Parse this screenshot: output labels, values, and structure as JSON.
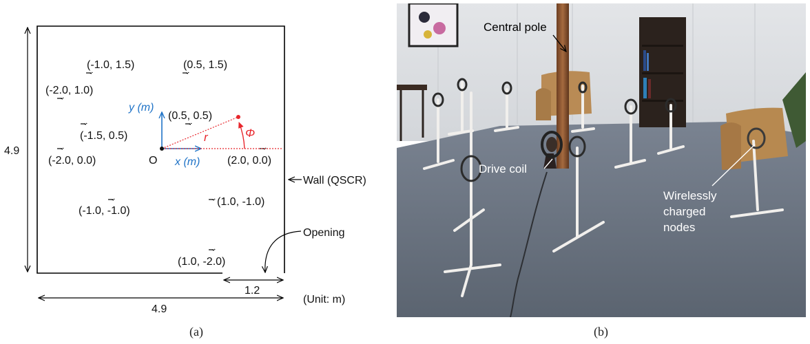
{
  "diagram": {
    "coords": [
      "(-1.0, 1.5)",
      "(0.5, 1.5)",
      "(-2.0, 1.0)",
      "(0.5, 0.5)",
      "(-1.5, 0.5)",
      "(-2.0, 0.0)",
      "(2.0, 0.0)",
      "(1.0, -1.0)",
      "(-1.0, -1.0)",
      "(1.0, -2.0)"
    ],
    "height_label": "4.9",
    "width_label": "4.9",
    "opening_width_label": "1.2",
    "origin_label": "O",
    "x_axis_label": "x (m)",
    "y_axis_label": "y (m)",
    "r_label": "r",
    "phi_label": "Φ",
    "wall_label": "Wall (QSCR)",
    "opening_label": "Opening",
    "unit_label": "(Unit: m)",
    "caption": "(a)"
  },
  "photo": {
    "central_pole_label": "Central pole",
    "drive_coil_label": "Drive coil",
    "nodes_label": [
      "Wirelessly",
      "charged",
      "nodes"
    ],
    "caption": "(b)"
  },
  "colors": {
    "axis_blue": "#1f73c7",
    "vector_red": "#e8262c"
  }
}
